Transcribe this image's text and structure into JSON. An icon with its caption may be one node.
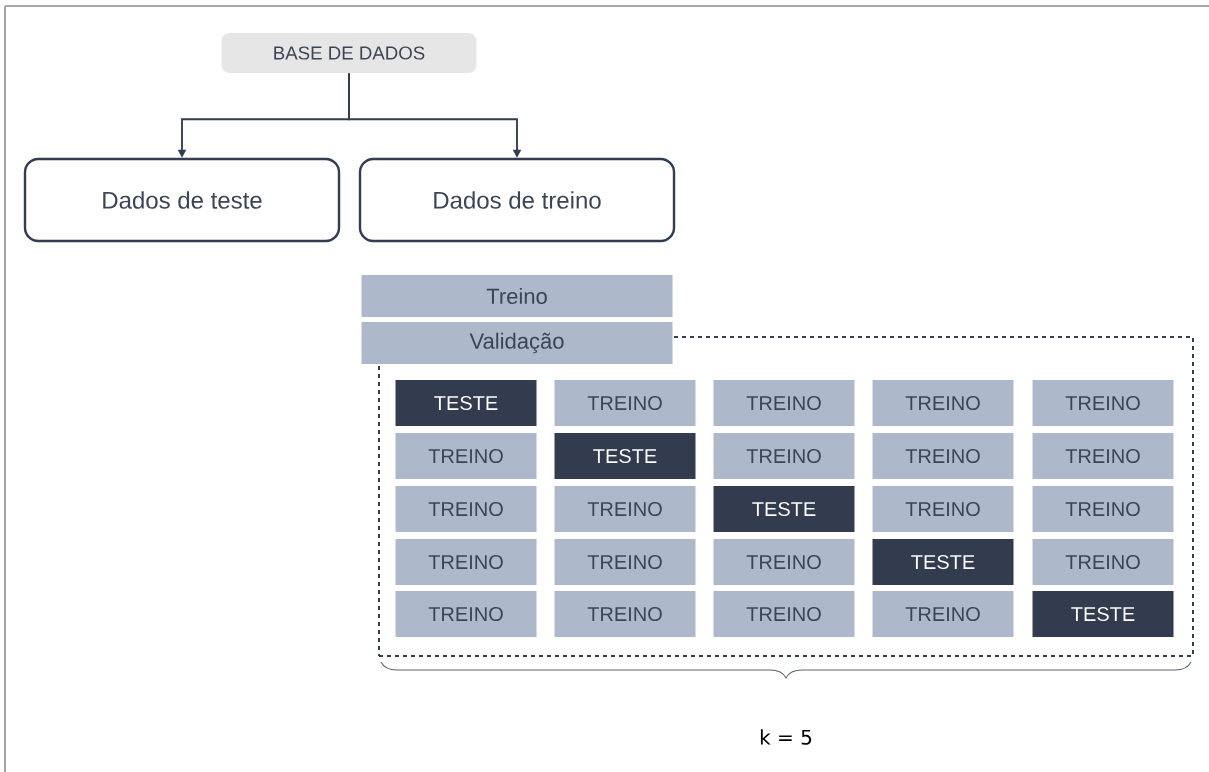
{
  "diagram": {
    "nodes": [
      {
        "text": [
          "BASE DE DADOS"
        ]
      },
      {
        "text": [
          "Dados de teste"
        ]
      },
      {
        "text": [
          "Dados de treino"
        ]
      },
      {
        "text": [
          "Treino"
        ]
      },
      {
        "text": [
          "Validação"
        ]
      },
      {
        "text": [],
        "shape": "box"
      },
      {
        "text": [
          "TESTE"
        ],
        "in": 5
      },
      {
        "text": [
          "TREINO"
        ],
        "in": 5
      },
      {
        "text": [
          "TREINO"
        ],
        "in": 5
      },
      {
        "text": [
          "TREINO"
        ],
        "in": 5
      },
      {
        "text": [
          "TREINO"
        ],
        "in": 5
      },
      {
        "text": [
          "TREINO"
        ],
        "in": 5
      },
      {
        "text": [
          "TESTE"
        ],
        "in": 5
      },
      {
        "text": [
          "TREINO"
        ],
        "in": 5
      },
      {
        "text": [
          "TREINO"
        ],
        "in": 5
      },
      {
        "text": [
          "TREINO"
        ],
        "in": 5
      },
      {
        "text": [
          "TREINO"
        ],
        "in": 5
      },
      {
        "text": [
          "TREINO"
        ],
        "in": 5
      },
      {
        "text": [
          "TESTE"
        ],
        "in": 5
      },
      {
        "text": [
          "TREINO"
        ],
        "in": 5
      },
      {
        "text": [
          "TREINO"
        ],
        "in": 5
      },
      {
        "text": [
          "TREINO"
        ],
        "in": 5
      },
      {
        "text": [
          "TREINO"
        ],
        "in": 5
      },
      {
        "text": [
          "TREINO"
        ],
        "in": 5
      },
      {
        "text": [
          "TESTE"
        ],
        "in": 5
      },
      {
        "text": [
          "TREINO"
        ],
        "in": 5
      },
      {
        "text": [
          "TREINO"
        ],
        "in": 5
      },
      {
        "text": [
          "TREINO"
        ],
        "in": 5
      },
      {
        "text": [
          "TREINO"
        ],
        "in": 5
      },
      {
        "text": [
          "TREINO"
        ],
        "in": 5
      },
      {
        "text": [
          "TESTE"
        ],
        "in": 5
      }
    ],
    "edges": [
      {
        "from": 0,
        "to": 1,
        "arrow": "to"
      },
      {
        "from": 0,
        "to": 2,
        "arrow": "to"
      }
    ],
    "labels": [
      "k = 5"
    ]
  }
}
